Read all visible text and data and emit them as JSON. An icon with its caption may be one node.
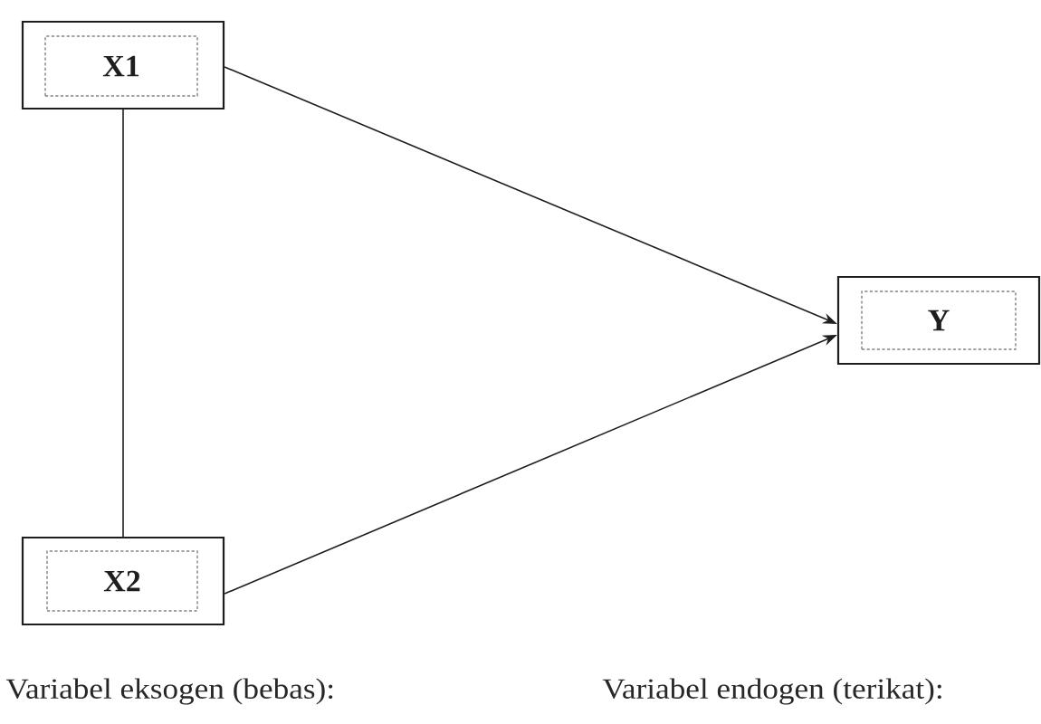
{
  "diagram": {
    "nodes": [
      {
        "text": [],
        "shape": "box"
      },
      {
        "text": [
          "X1"
        ],
        "in": 0
      },
      {
        "text": [],
        "shape": "box"
      },
      {
        "text": [
          "Y"
        ],
        "in": 2
      },
      {
        "text": [],
        "shape": "box"
      },
      {
        "text": [
          "X2"
        ],
        "in": 4
      }
    ],
    "edges": [
      {
        "from": 0,
        "to": 4,
        "arrow": "none"
      },
      {
        "from": 0,
        "to": 2,
        "arrow": "to"
      },
      {
        "from": 4,
        "to": 2,
        "arrow": "to"
      }
    ],
    "labels": [
      "Variabel eksogen (bebas):",
      "Variabel endogen (terikat):"
    ]
  }
}
